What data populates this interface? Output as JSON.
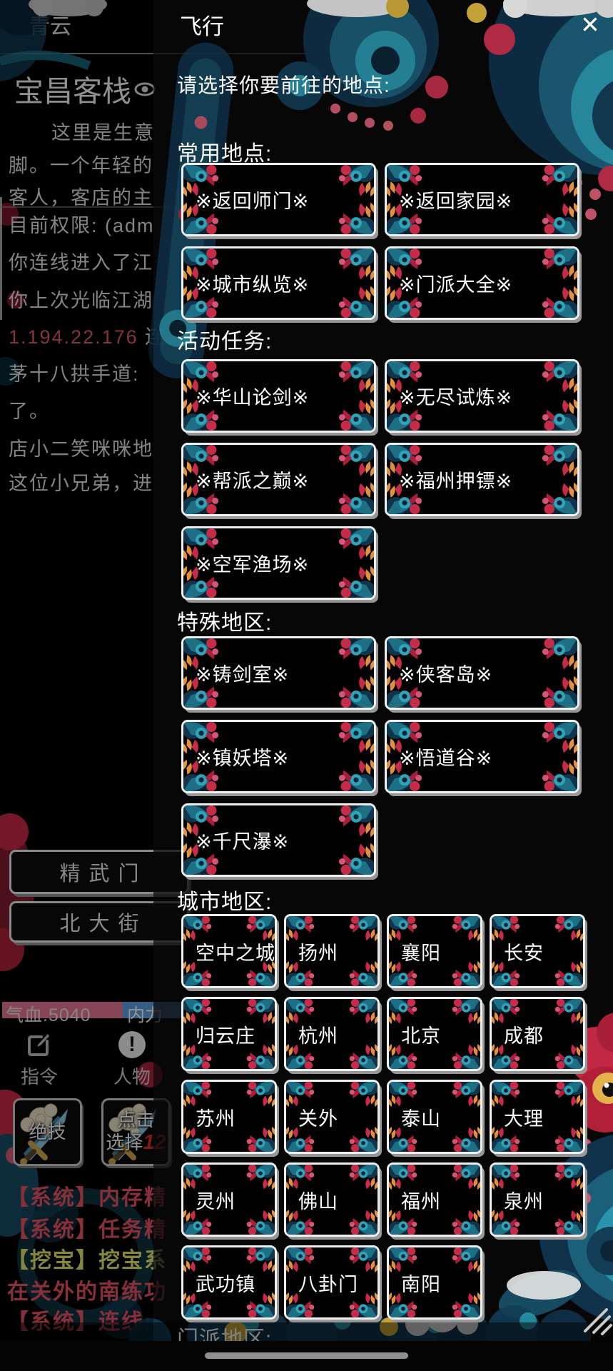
{
  "left_panel": {
    "header_title": "青云",
    "room_title": "宝昌客栈",
    "room_title_icon": "eye-icon",
    "desc_lines": [
      "这里是生意",
      "脚。一个年轻的",
      "客人，客店的主"
    ],
    "log_lines": [
      {
        "segments": [
          {
            "t": "目前权限: (adm",
            "c": "#dcdcdc"
          }
        ]
      },
      {
        "segments": [
          {
            "t": "你连线进入了江",
            "c": "#dcdcdc"
          }
        ]
      },
      {
        "segments": [
          {
            "t": "你上次光临江湖",
            "c": "#dcdcdc"
          }
        ]
      },
      {
        "segments": [
          {
            "t": "1.194.22.176",
            "c": "#e05563"
          },
          {
            "t": " 连",
            "c": "#dcdcdc"
          }
        ]
      },
      {
        "segments": [
          {
            "t": "茅十八拱手道:",
            "c": "#dcdcdc"
          }
        ]
      },
      {
        "segments": [
          {
            "t": "了。",
            "c": "#dcdcdc"
          }
        ]
      },
      {
        "segments": [
          {
            "t": "店小二笑咪咪地",
            "c": "#dcdcdc"
          }
        ]
      },
      {
        "segments": [
          {
            "t": "这位小兄弟，进",
            "c": "#dcdcdc"
          }
        ]
      }
    ],
    "exit_buttons": [
      "精武门",
      "北大街"
    ],
    "hp_bar": {
      "label": "气血.5040",
      "color": "#e17691"
    },
    "mp_bar": {
      "label": "内力",
      "color": "#5b9cdb"
    },
    "toolbar": [
      {
        "icon": "edit-icon",
        "label": "指令"
      },
      {
        "icon": "alert-icon",
        "label": "人物"
      }
    ],
    "skill_slots": [
      {
        "icon": "sword-icon",
        "rows": [
          [
            {
              "t": "绝技",
              "c": ""
            }
          ]
        ]
      },
      {
        "icon": "sword-icon",
        "rows": [
          [
            {
              "t": "点击",
              "c": ""
            }
          ],
          [
            {
              "t": "选择",
              "c": ""
            },
            {
              "t": "12",
              "c": "red"
            }
          ]
        ]
      }
    ],
    "system_log": [
      {
        "text": "【系统】内存精",
        "color": "#e15162"
      },
      {
        "text": "【系统】任务精",
        "color": "#e15162"
      },
      {
        "text": "【挖宝】挖宝系",
        "color": "#dde06a"
      },
      {
        "text": "在关外的南练功",
        "color": "#e15162"
      },
      {
        "text": "【系统】连线:",
        "color": "#e15162"
      }
    ]
  },
  "modal": {
    "title": "飞行",
    "close_icon": "close-icon",
    "close_label": "✕",
    "prompt": "请选择你要前往的地点:",
    "sections": [
      {
        "label": "常用地点:",
        "style": "wide",
        "buttons": [
          "※返回师门※",
          "※返回家园※",
          "※城市纵览※",
          "※门派大全※"
        ]
      },
      {
        "label": "活动任务:",
        "style": "wide",
        "buttons": [
          "※华山论剑※",
          "※无尽试炼※",
          "※帮派之巅※",
          "※福州押镖※",
          "※空军渔场※"
        ]
      },
      {
        "label": "特殊地区:",
        "style": "wide",
        "buttons": [
          "※铸剑室※",
          "※侠客岛※",
          "※镇妖塔※",
          "※悟道谷※",
          "※千尺瀑※"
        ]
      },
      {
        "label": "城市地区:",
        "style": "city",
        "buttons": [
          "空中之城",
          "扬州",
          "襄阳",
          "长安",
          "归云庄",
          "杭州",
          "北京",
          "成都",
          "苏州",
          "关外",
          "泰山",
          "大理",
          "灵州",
          "佛山",
          "福州",
          "泉州",
          "武功镇",
          "八卦门",
          "南阳"
        ]
      },
      {
        "label": "门派地区:",
        "style": "city",
        "buttons": []
      }
    ]
  },
  "icons": {
    "modal_close": "close-icon",
    "room_title_suffix": "eye-icon",
    "toolbar": [
      "edit-icon",
      "alert-icon"
    ],
    "skill": "sword-icon",
    "bottom_right": "resize-handle-icon",
    "home": "gesture-pill"
  },
  "colors": {
    "hp_pink": "#e17691",
    "mp_blue": "#5b9cdb",
    "log_red": "#e15162",
    "log_yellow": "#dde06a",
    "ip_red": "#e05563",
    "button_border": "#f0f0f0"
  }
}
